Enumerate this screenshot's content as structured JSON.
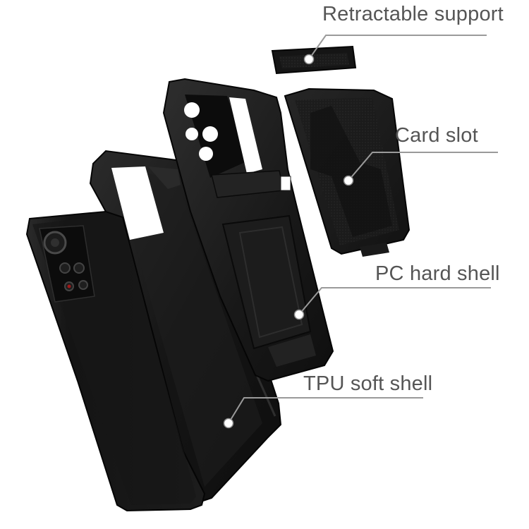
{
  "labels": {
    "retractable_support": "Retractable support",
    "card_slot": "Card slot",
    "pc_hard_shell": "PC hard shell",
    "tpu_soft_shell": "TPU soft shell"
  },
  "colors": {
    "background": "#ffffff",
    "case_black": "#1a1a1a",
    "case_dark": "#0d0d0d",
    "phone_body": "#161616",
    "callout_line": "#9a9a9a",
    "label_text": "#555555"
  }
}
